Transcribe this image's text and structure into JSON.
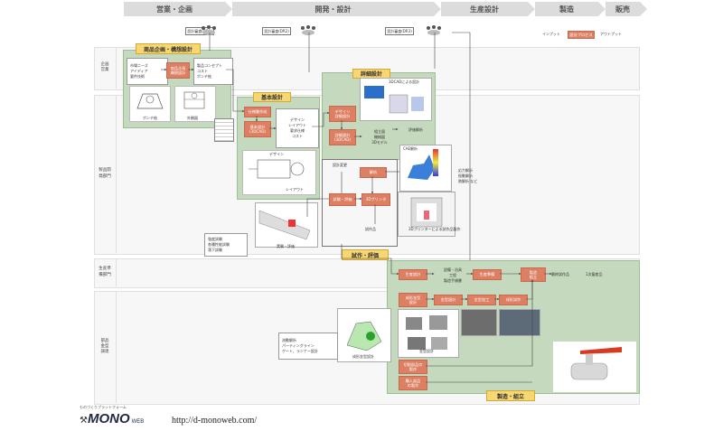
{
  "phases": [
    "営業・企画",
    "開発・設計",
    "生産設計",
    "製造",
    "販売"
  ],
  "lanes": {
    "sales": "企画\n営業",
    "dev": "製品開\n発部門",
    "prod": "生産準\n備部門",
    "parts": "部品\n金型\n調達"
  },
  "legend": {
    "input": "インプット",
    "process": "設計プロセス",
    "output": "アウトプット"
  },
  "reviews": {
    "dr1": "設計審査(DR1)",
    "dr2": "設計審査(DR2)",
    "dr3": "設計審査(DR3)"
  },
  "planning": {
    "title": "商品企画・構想設計",
    "inputs": [
      "市場ニーズ",
      "アイディア",
      "要件技術"
    ],
    "process": "商品企画\n構想設計",
    "outputs": [
      "製品コンセプト",
      "コスト",
      "ポンチ絵"
    ],
    "img1": "ポンチ絵",
    "img2": "外観図"
  },
  "basic": {
    "title": "基本設計",
    "step1": "仕様書作成",
    "step2": "基本設計\n(3DCAD)",
    "outputs": [
      "デザイン",
      "レイアウト",
      "要求仕様",
      "コスト"
    ],
    "design_label": "デザイン",
    "layout_label": "レイアウト"
  },
  "detail": {
    "title": "詳細設計",
    "step1": "デザイン\n詳細設計",
    "step2": "詳細設計\n(3DCAD)",
    "outputs": [
      "組立図",
      "機械図",
      "3Dモデル"
    ],
    "eval": "評価解析",
    "cad_caption": "3DCADによる設計",
    "cae_caption": "CAE解析",
    "cae_items": [
      "応力解析",
      "振動解析",
      "熱解析 など"
    ],
    "change": "設計変更",
    "analysis": "解析",
    "test_eval": "試験・評価",
    "print3d": "3Dプリンタ",
    "proto": "試作品",
    "print_caption": "3Dプリンターによる試作品製作"
  },
  "tests": {
    "items": [
      "強度試験",
      "各種性能試験",
      "落下試験"
    ],
    "caption": "実験・評価"
  },
  "trial": {
    "title": "試作・評価"
  },
  "production": {
    "design": "生産設計",
    "inputs": [
      "設備・治具",
      "工程",
      "製造手順書"
    ],
    "prep": "生産準備",
    "assembly": "製造\n組立",
    "final": "最終試作品",
    "first": "1次量産品"
  },
  "mold": {
    "step1": "成形金型\n設計",
    "step2": "金型設計",
    "step3": "金型加工",
    "step4": "成形試作",
    "flow_items": [
      "流動解析",
      "パーティングライン",
      "ゲート、ランナー設計"
    ],
    "flow_caption": "成形金型設計",
    "mold_caption": "金型設計",
    "cut": "切削部品の\n製作",
    "buy": "購入部品\nの製作",
    "title": "製造・組立"
  },
  "footer": {
    "logo_small": "ものづくりプラットフォーム",
    "logo": "MONO",
    "logo_sub": "WEB",
    "url": "http://d-monoweb.com/"
  },
  "colors": {
    "process": "#dd7f63",
    "area": "#c4d9bd",
    "label": "#f7d774"
  }
}
